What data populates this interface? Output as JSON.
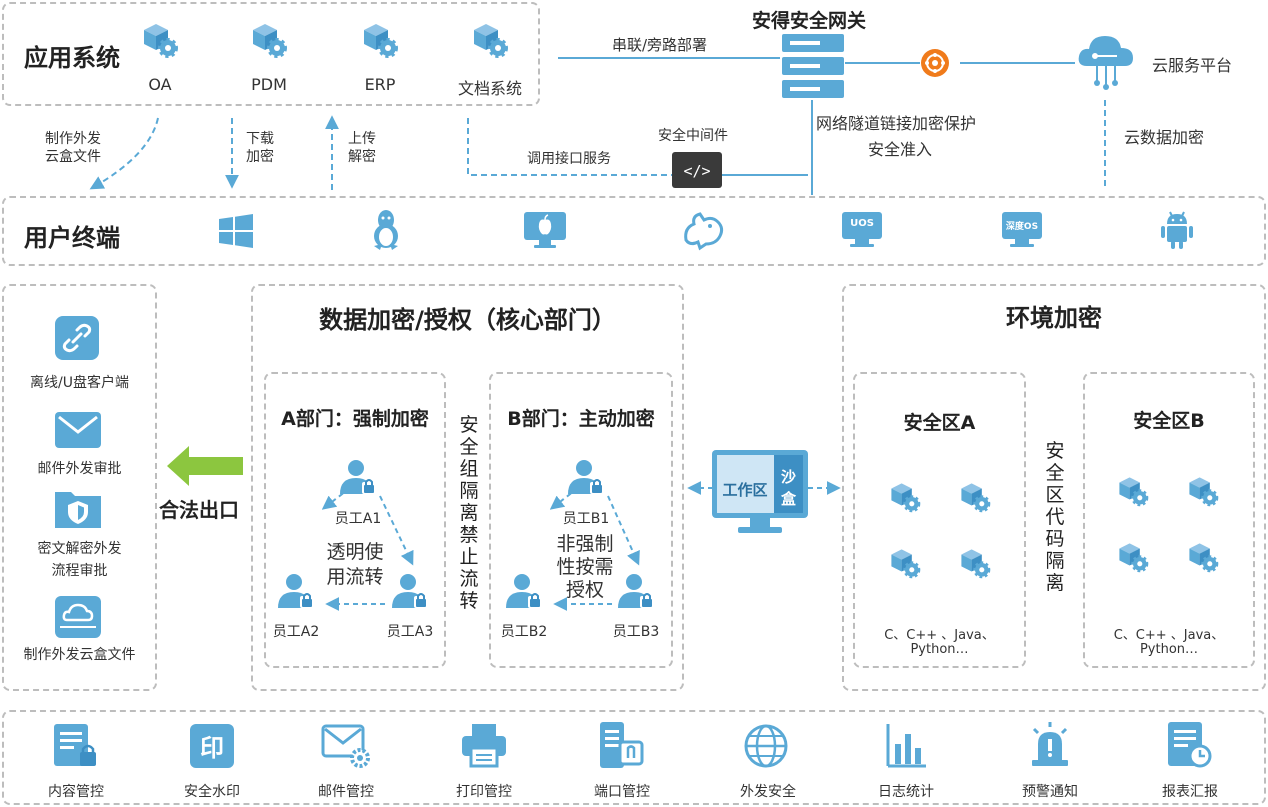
{
  "colors": {
    "accent": "#5aa9d6",
    "dark_accent": "#3d8fc4",
    "green": "#8cc63f",
    "orange": "#f07b1b",
    "border": "#bdbdbd"
  },
  "apps": {
    "title": "应用系统",
    "items": [
      {
        "label": "OA",
        "icon": "cube-gear-icon"
      },
      {
        "label": "PDM",
        "icon": "cube-gear-icon"
      },
      {
        "label": "ERP",
        "icon": "cube-gear-icon"
      },
      {
        "label": "文档系统",
        "icon": "cube-gear-icon"
      }
    ]
  },
  "gateway": {
    "title": "安得安全网关",
    "serial": "串联/旁路部署",
    "tunnel": "网络隧道链接加密保护",
    "access": "安全准入",
    "middleware": "安全中间件",
    "api": "调用接口服务"
  },
  "cloud": {
    "label": "云服务平台",
    "encrypt": "云数据加密"
  },
  "flows": {
    "make_cloud": [
      "制作外发",
      "云盒文件"
    ],
    "download": [
      "下载",
      "加密"
    ],
    "upload": [
      "上传",
      "解密"
    ]
  },
  "terminals": {
    "title": "用户终端",
    "os": [
      {
        "name": "windows-icon"
      },
      {
        "name": "linux-icon"
      },
      {
        "name": "apple-icon"
      },
      {
        "name": "kylin-icon"
      },
      {
        "name": "uos-icon",
        "label": "UOS"
      },
      {
        "name": "deepin-icon",
        "label": "深度OS"
      },
      {
        "name": "android-icon"
      }
    ]
  },
  "left_panel": {
    "items": [
      {
        "label": "离线/U盘客户端",
        "icon": "usb-client-icon"
      },
      {
        "label": "邮件外发审批",
        "icon": "mail-icon"
      },
      {
        "label": [
          "密文解密外发",
          "流程审批"
        ],
        "icon": "shield-folder-icon"
      },
      {
        "label": "制作外发云盒文件",
        "icon": "cloud-box-icon"
      }
    ],
    "exit": "合法出口"
  },
  "core": {
    "title": "数据加密/授权（核心部门）",
    "isolation": "安全组隔离禁止流转",
    "deptA": {
      "title": "A部门：强制加密",
      "center": [
        "透明使",
        "用流转"
      ],
      "users": [
        "员工A1",
        "员工A2",
        "员工A3"
      ]
    },
    "deptB": {
      "title": "B部门：主动加密",
      "center": [
        "非强制",
        "性按需",
        "授权"
      ],
      "users": [
        "员工B1",
        "员工B2",
        "员工B3"
      ]
    }
  },
  "sandbox": {
    "work": "工作区",
    "box": [
      "沙",
      "盒"
    ]
  },
  "env": {
    "title": "环境加密",
    "isolation": "安全区代码隔离",
    "zones": [
      {
        "title": "安全区A",
        "langs": [
          "C、C++ 、Java、",
          "Python…"
        ]
      },
      {
        "title": "安全区B",
        "langs": [
          "C、C++ 、Java、",
          "Python…"
        ]
      }
    ]
  },
  "features": [
    {
      "label": "内容管控",
      "icon": "content-control-icon"
    },
    {
      "label": "安全水印",
      "icon": "watermark-icon"
    },
    {
      "label": "邮件管控",
      "icon": "mail-gear-icon"
    },
    {
      "label": "打印管控",
      "icon": "printer-icon"
    },
    {
      "label": "端口管控",
      "icon": "port-icon"
    },
    {
      "label": "外发安全",
      "icon": "globe-icon"
    },
    {
      "label": "日志统计",
      "icon": "bar-chart-icon"
    },
    {
      "label": "预警通知",
      "icon": "alarm-icon"
    },
    {
      "label": "报表汇报",
      "icon": "report-icon"
    }
  ]
}
